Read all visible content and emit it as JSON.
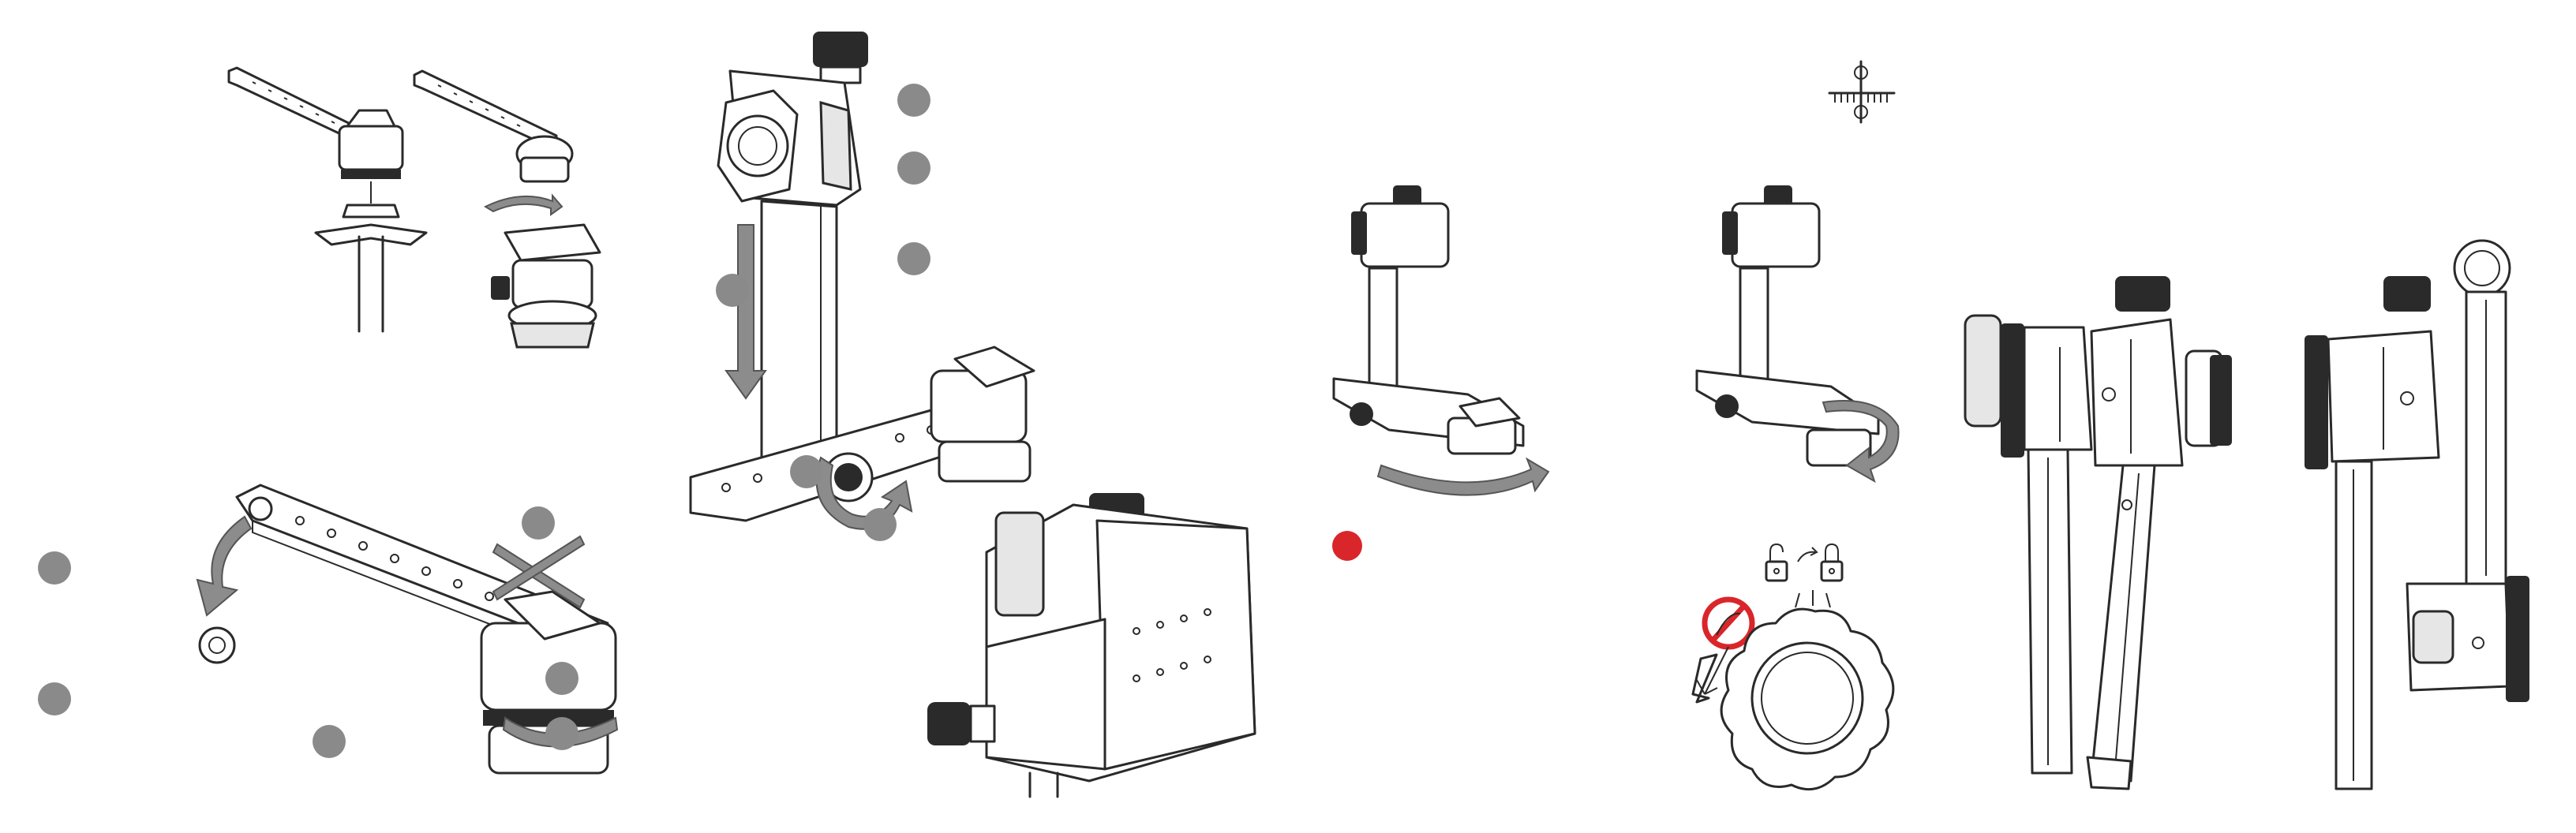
{
  "palette": {
    "callout_gray": "#8a8a8a",
    "callout_red": "#d9262b",
    "prohibit_red": "#d9262b",
    "line": "#2a2a2a",
    "arrow": "#8c8c8c"
  },
  "panels": [
    {
      "id": "p1",
      "icons": [
        "rail-clamp-icon",
        "ball-head-icon"
      ]
    },
    {
      "id": "p2",
      "icons": [
        "vertical-arm-icon",
        "down-arrow-icon",
        "rotate-arrow-icon"
      ]
    },
    {
      "id": "p3",
      "icons": [
        "nodal-bracket-icon",
        "rotate-arrow-icon"
      ]
    },
    {
      "id": "p4",
      "icons": [
        "scale-mark-icon",
        "lock-icon",
        "unlock-icon",
        "no-sign-icon",
        "knob-icon"
      ]
    },
    {
      "id": "p5",
      "icons": [
        "folded-bracket-icon"
      ]
    }
  ],
  "callouts": [
    {
      "id": "c1",
      "color": "gray"
    },
    {
      "id": "c2",
      "color": "gray"
    },
    {
      "id": "c3",
      "color": "gray"
    },
    {
      "id": "c4",
      "color": "gray"
    },
    {
      "id": "c5",
      "color": "gray"
    },
    {
      "id": "c6",
      "color": "gray"
    },
    {
      "id": "c7",
      "color": "gray"
    },
    {
      "id": "c8",
      "color": "gray"
    },
    {
      "id": "c9",
      "color": "gray"
    },
    {
      "id": "c10",
      "color": "gray"
    },
    {
      "id": "c11",
      "color": "gray"
    },
    {
      "id": "c12",
      "color": "gray"
    },
    {
      "id": "c13",
      "color": "gray"
    },
    {
      "id": "c14",
      "color": "gray"
    },
    {
      "id": "c15",
      "color": "gray"
    },
    {
      "id": "c16",
      "color": "red"
    }
  ]
}
